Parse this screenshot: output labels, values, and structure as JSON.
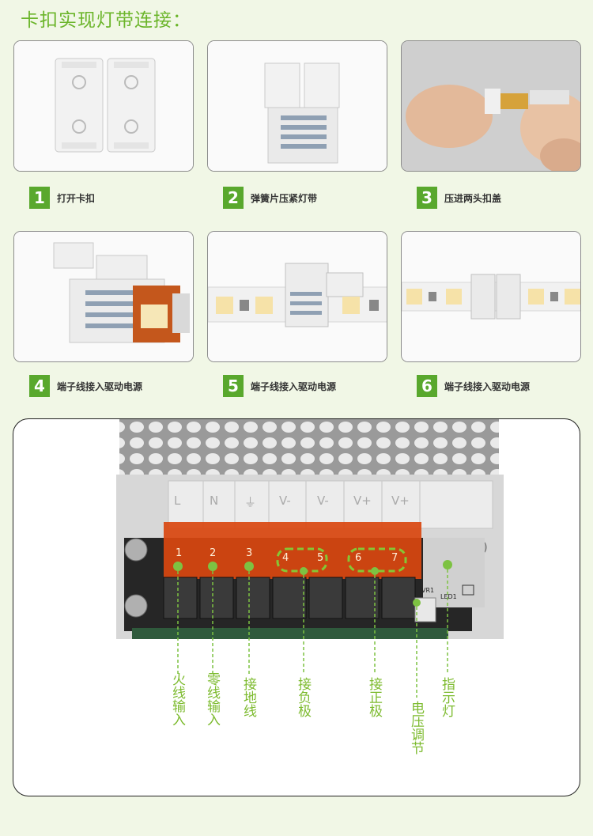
{
  "title": "卡扣实现灯带连接：",
  "steps": [
    {
      "num": "1",
      "label": "打开卡扣"
    },
    {
      "num": "2",
      "label": "弹簧片压紧灯带"
    },
    {
      "num": "3",
      "label": "压进两头扣盖"
    },
    {
      "num": "4",
      "label": "端子线接入驱动电源"
    },
    {
      "num": "5",
      "label": "端子线接入驱动电源"
    },
    {
      "num": "6",
      "label": "端子线接入驱动电源"
    }
  ],
  "psu": {
    "terminal_labels": [
      "L",
      "N",
      "⏚",
      "V-",
      "V-",
      "V+",
      "V+"
    ],
    "terminal_numbers": [
      "1",
      "2",
      "3",
      "4",
      "5",
      "6",
      "7"
    ],
    "vr_label": "VR1",
    "led_label": "LED1",
    "callouts": [
      "火线输入",
      "零线输入",
      "接地线",
      "接负极",
      "接正极",
      "电压调节",
      "指示灯"
    ]
  },
  "colors": {
    "accent": "#6bb52a",
    "step_badge": "#59a82d",
    "terminal": "#d9470f"
  }
}
